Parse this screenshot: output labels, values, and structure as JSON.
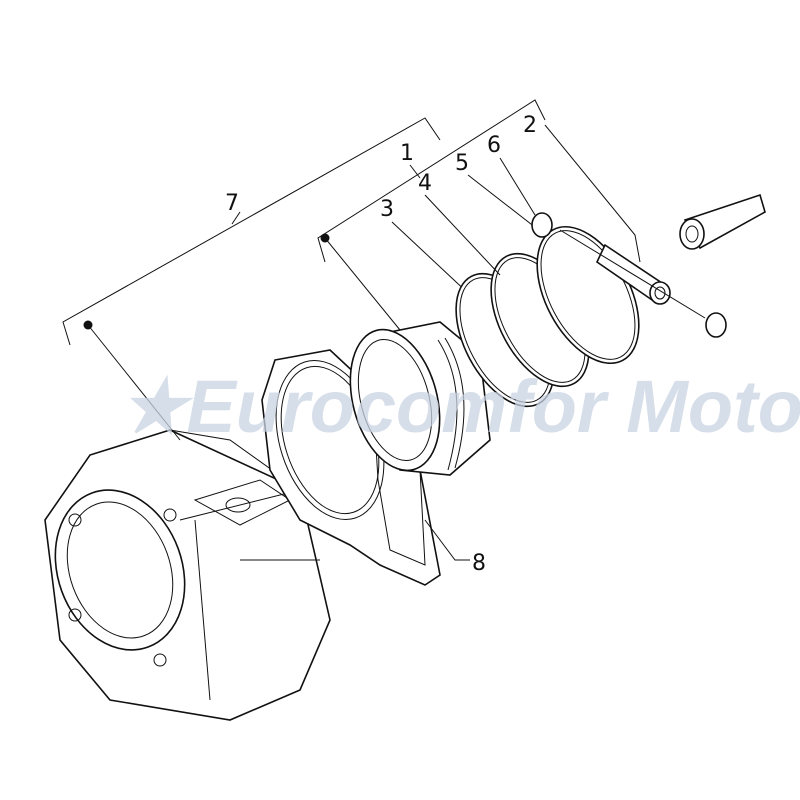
{
  "diagram": {
    "callouts": [
      {
        "id": "1",
        "label": "1"
      },
      {
        "id": "2",
        "label": "2"
      },
      {
        "id": "3",
        "label": "3"
      },
      {
        "id": "4",
        "label": "4"
      },
      {
        "id": "5",
        "label": "5"
      },
      {
        "id": "6",
        "label": "6"
      },
      {
        "id": "7",
        "label": "7"
      },
      {
        "id": "8",
        "label": "8"
      }
    ],
    "watermark": "★Eurocomfor Moto",
    "line_color": "#111111",
    "watermark_color": "#c9d3e3"
  }
}
